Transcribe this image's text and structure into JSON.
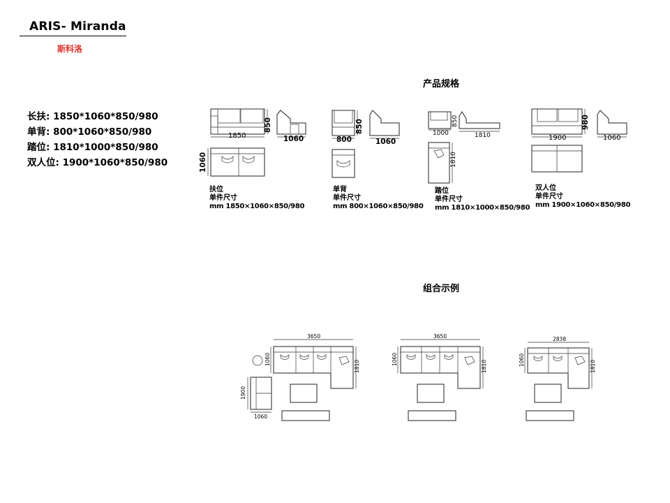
{
  "header": {
    "brand_title": "ARIS- Miranda",
    "brand_subtitle": "斯科洛"
  },
  "sections": {
    "specs_title": "产品规格",
    "combos_title": "组合示例"
  },
  "spec_list": [
    "长扶: 1850*1060*850/980",
    "单背: 800*1060*850/980",
    "踏位: 1810*1000*850/980",
    "双人位:  1900*1060*850/980"
  ],
  "modules": [
    {
      "name": "扶位",
      "size_label": "单件尺寸",
      "size_value": "mm  1850×1060×850/980",
      "dims": {
        "width": "1850",
        "height": "850",
        "depth": "1060",
        "plan_depth": "1060"
      }
    },
    {
      "name": "单背",
      "size_label": "单件尺寸",
      "size_value": "mm  800×1060×850/980",
      "dims": {
        "width": "800",
        "height": "850",
        "depth": "1060"
      }
    },
    {
      "name": "踏位",
      "size_label": "单件尺寸",
      "size_value": "mm  1810×1000×850/980",
      "dims": {
        "front": "1000",
        "height": "850",
        "length": "1810",
        "plan_length": "1810"
      }
    },
    {
      "name": "双人位",
      "size_label": "单件尺寸",
      "size_value": "mm  1900×1060×850/980",
      "dims": {
        "width": "1900",
        "height": "980",
        "depth": "1060"
      }
    }
  ],
  "combos": [
    {
      "width": "3650",
      "depth": "1060",
      "chaise": "1810",
      "side_length": "1900",
      "side_depth": "1060"
    },
    {
      "width": "3650",
      "depth": "1060",
      "chaise": "1810"
    },
    {
      "width": "2838",
      "depth": "1060",
      "chaise": "1810"
    }
  ]
}
